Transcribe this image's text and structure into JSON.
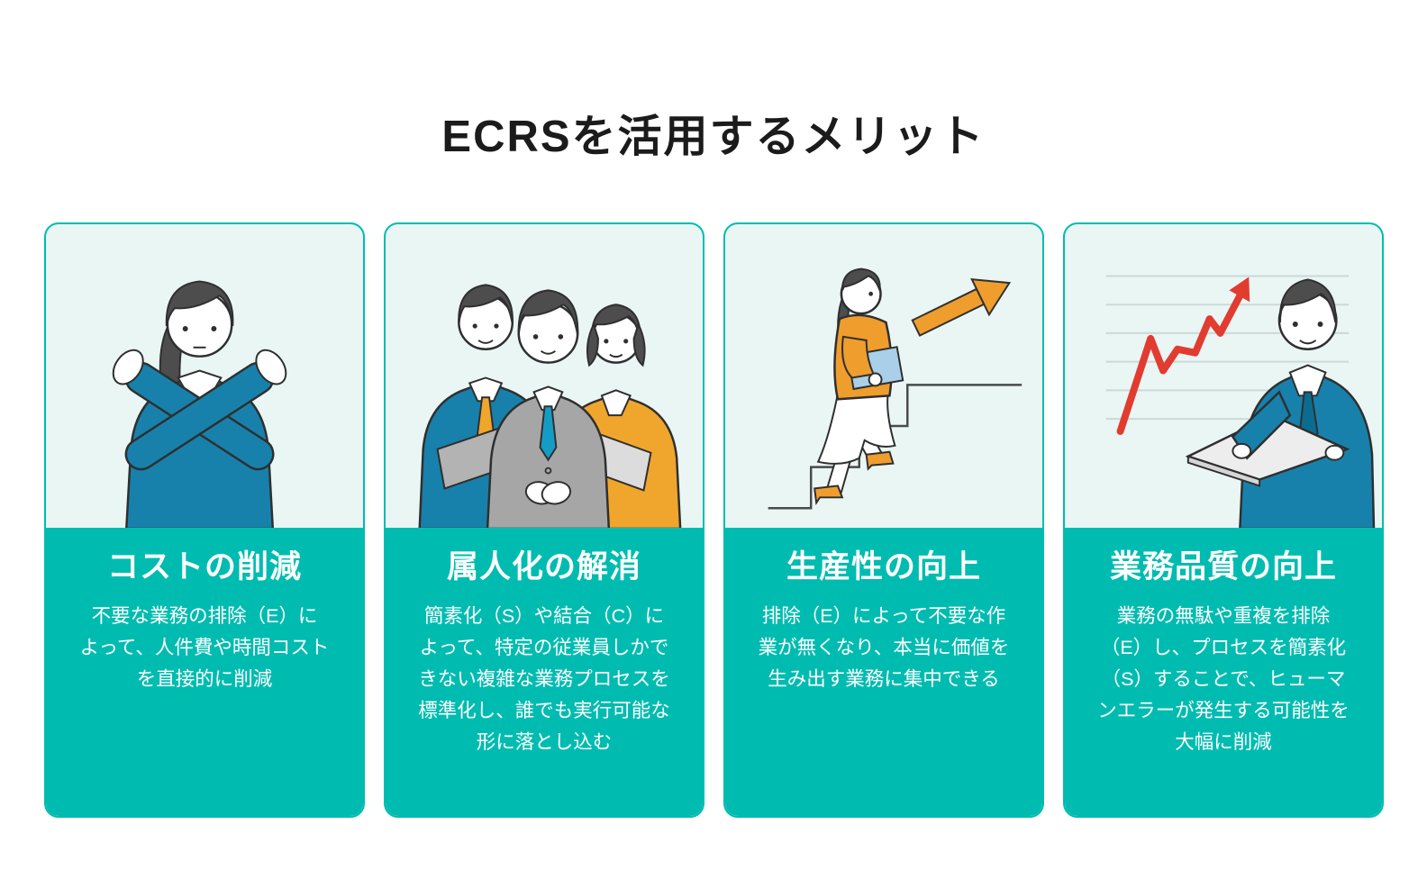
{
  "page": {
    "title": "ECRSを活用するメリット"
  },
  "colors": {
    "teal": "#00bcb0",
    "mint_panel": "#e9f6f4",
    "heading_text": "#1b1b1b",
    "card_text": "#ffffff",
    "suit_blue": "#1781ab",
    "suit_gray": "#a6a6a6",
    "accent_yellow": "#f0a62c",
    "accent_orange": "#ef9d2d",
    "chart_red": "#e23b30",
    "folder_blue": "#a9cfe9"
  },
  "cards": [
    {
      "title": "コストの削減",
      "body": "不要な業務の排除（E）に\nよって、人件費や時間コスト\nを直接的に削減",
      "illustration": "businesswoman-crossing-arms-x-gesture"
    },
    {
      "title": "属人化の解消",
      "body": "簡素化（S）や結合（C）に\nよって、特定の従業員しかで\nきない複雑な業務プロセスを\n標準化し、誰でも実行可能な\n形に落とし込む",
      "illustration": "business-team-three-people"
    },
    {
      "title": "生産性の向上",
      "body": "排除（E）によって不要な作\n業が無くなり、本当に価値を\n生み出す業務に集中できる",
      "illustration": "woman-climbing-stairs-with-arrow"
    },
    {
      "title": "業務品質の向上",
      "body": "業務の無駄や重複を排除\n（E）し、プロセスを簡素化\n（S）することで、ヒューマ\nンエラーが発生する可能性を\n大幅に削減",
      "illustration": "businessman-laptop-rising-chart"
    }
  ]
}
